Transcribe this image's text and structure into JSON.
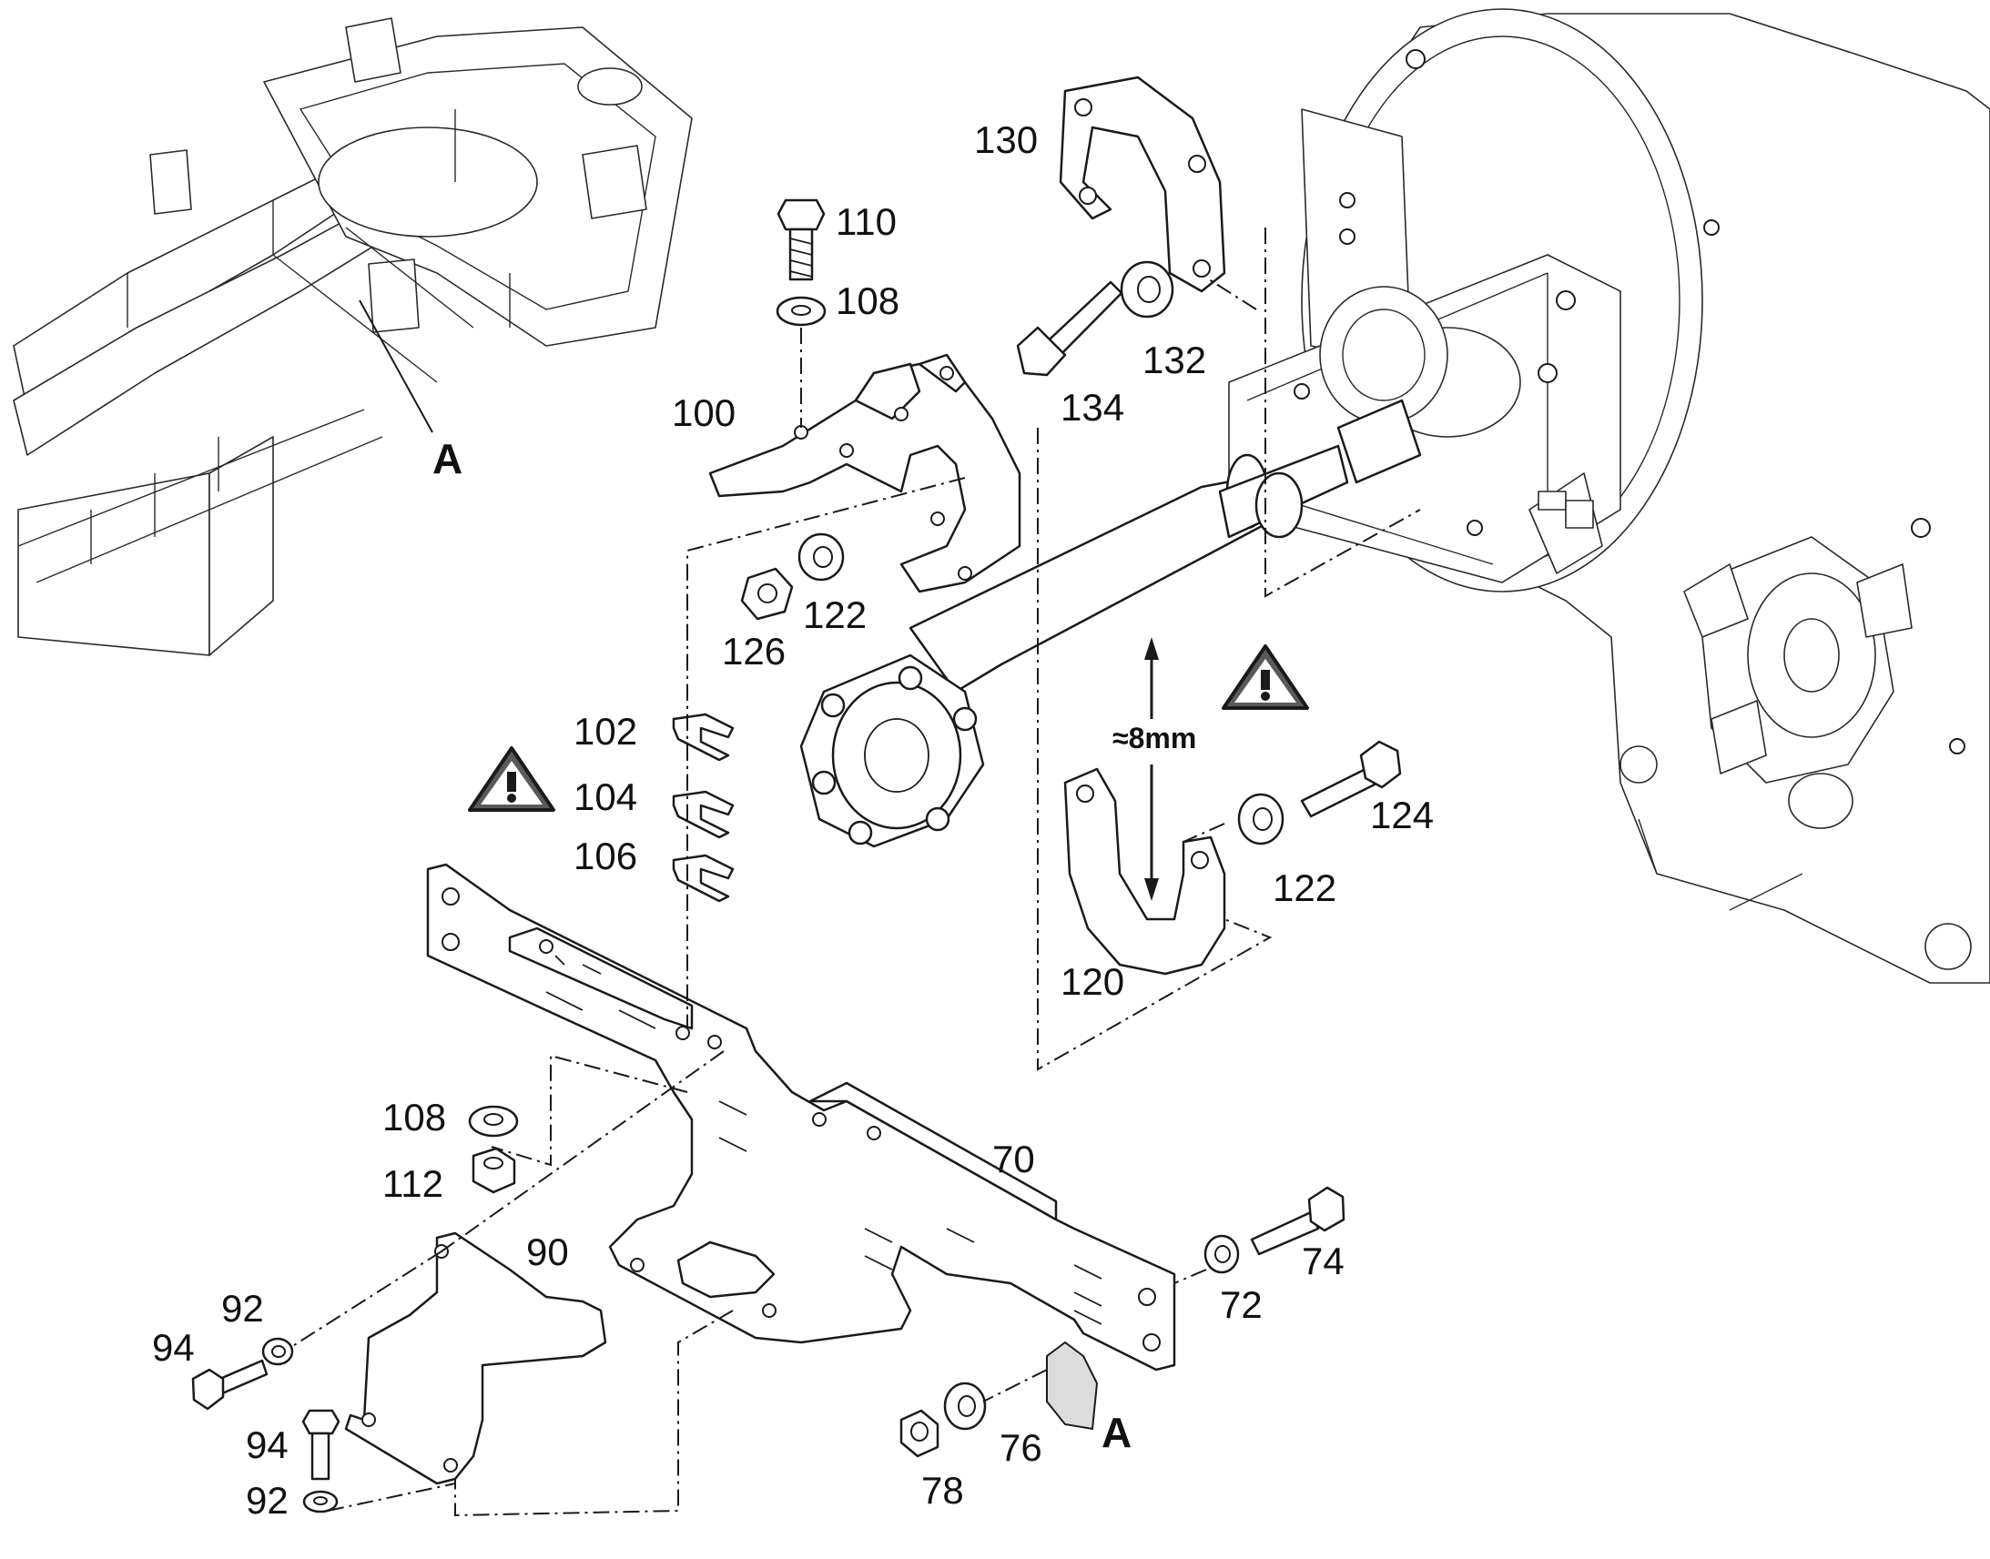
{
  "labels": {
    "frame_ref": "A",
    "detail_ref": "A",
    "p70": "70",
    "p72": "72",
    "p74": "74",
    "p76": "76",
    "p78": "78",
    "p90": "90",
    "p92a": "92",
    "p92b": "92",
    "p94a": "94",
    "p94b": "94",
    "p100": "100",
    "p102": "102",
    "p104": "104",
    "p106": "106",
    "p108a": "108",
    "p108b": "108",
    "p110": "110",
    "p112": "112",
    "p120": "120",
    "p122a": "122",
    "p122b": "122",
    "p124": "124",
    "p126": "126",
    "p130": "130",
    "p132": "132",
    "p134": "134",
    "clearance": "≈8mm"
  },
  "icons": {
    "warning_1": "warning-triangle-icon",
    "warning_2": "warning-triangle-icon"
  },
  "colors": {
    "line": "#1a1a1a",
    "warning_fill": "#5a5a5a",
    "background": "#ffffff"
  }
}
